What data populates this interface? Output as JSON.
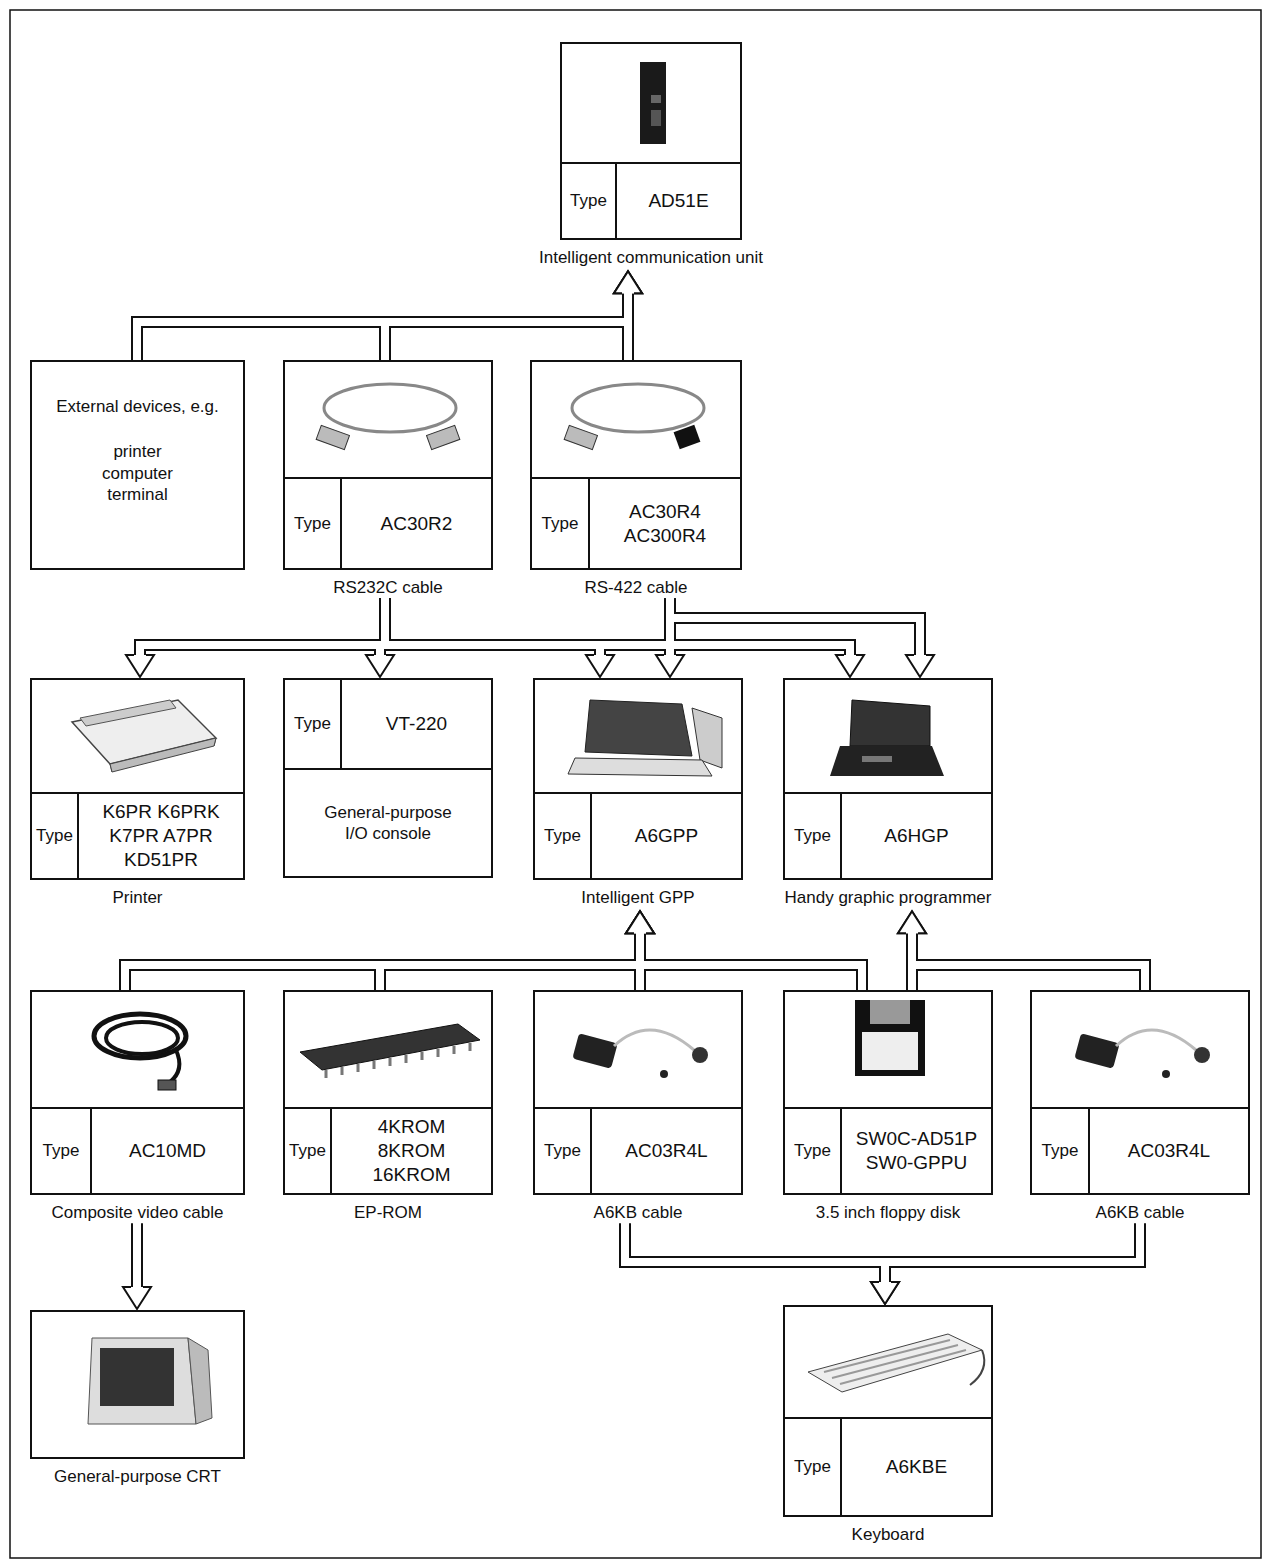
{
  "diagram": {
    "nodes": [
      {
        "text": [
          "Type",
          "AD51E",
          "Intelligent communication unit"
        ]
      },
      {
        "text": [
          "External devices, e.g.",
          "printer computer terminal"
        ]
      },
      {
        "text": [
          "Type",
          "AC30R2",
          "RS232C cable"
        ]
      },
      {
        "text": [
          "Type",
          "AC30R4 AC300R4",
          "RS-422 cable"
        ]
      },
      {
        "text": [
          "Type",
          "K6PR K6PRK K7PR A7PR KD51PR",
          "Printer"
        ]
      },
      {
        "text": [
          "Type",
          "VT-220",
          "General-purpose I/O console"
        ]
      },
      {
        "text": [
          "Type",
          "A6GPP",
          "Intelligent GPP"
        ]
      },
      {
        "text": [
          "Type",
          "A6HGP",
          "Handy graphic programmer"
        ]
      },
      {
        "text": [
          "Type",
          "AC10MD",
          "Composite video cable"
        ]
      },
      {
        "text": [
          "Type",
          "4KROM 8KROM 16KROM",
          "EP-ROM"
        ]
      },
      {
        "text": [
          "Type",
          "AC03R4L",
          "A6KB cable"
        ]
      },
      {
        "text": [
          "Type",
          "SW0C-AD51P SW0-GPPU",
          "3.5 inch floppy disk"
        ]
      },
      {
        "text": [
          "Type",
          "AC03R4L",
          "A6KB cable"
        ]
      },
      {
        "text": [
          "General-purpose CRT"
        ]
      },
      {
        "text": [
          "Type",
          "A6KBE",
          "Keyboard"
        ]
      }
    ],
    "edges": [
      {
        "from": 1,
        "to": 0,
        "arrow": "to"
      },
      {
        "from": 2,
        "to": 0,
        "arrow": "to"
      },
      {
        "from": 3,
        "to": 0,
        "arrow": "to"
      },
      {
        "from": 2,
        "to": 4,
        "arrow": "to"
      },
      {
        "from": 2,
        "to": 5,
        "arrow": "to"
      },
      {
        "from": 2,
        "to": 6,
        "arrow": "to"
      },
      {
        "from": 2,
        "to": 7,
        "arrow": "to"
      },
      {
        "from": 3,
        "to": 6,
        "arrow": "to"
      },
      {
        "from": 3,
        "to": 7,
        "arrow": "to"
      },
      {
        "from": 8,
        "to": 6,
        "arrow": "to"
      },
      {
        "from": 9,
        "to": 6,
        "arrow": "to"
      },
      {
        "from": 10,
        "to": 6,
        "arrow": "to"
      },
      {
        "from": 11,
        "to": 6,
        "arrow": "to"
      },
      {
        "from": 11,
        "to": 7,
        "arrow": "to"
      },
      {
        "from": 12,
        "to": 7,
        "arrow": "to"
      },
      {
        "from": 8,
        "to": 13,
        "arrow": "to"
      },
      {
        "from": 10,
        "to": 14,
        "arrow": "to"
      },
      {
        "from": 12,
        "to": 14,
        "arrow": "to"
      }
    ]
  }
}
